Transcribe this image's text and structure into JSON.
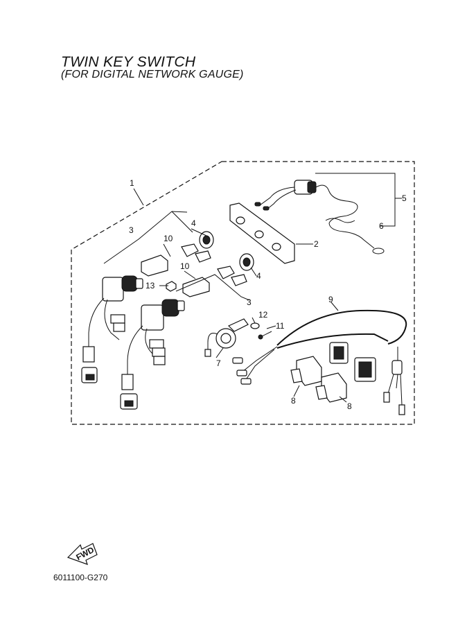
{
  "header": {
    "title": "TWIN KEY SWITCH",
    "subtitle": "(FOR DIGITAL NETWORK GAUGE)"
  },
  "callouts": {
    "c1": "1",
    "c2": "2",
    "c3a": "3",
    "c3b": "3",
    "c4a": "4",
    "c4b": "4",
    "c5": "5",
    "c6": "6",
    "c7": "7",
    "c8a": "8",
    "c8b": "8",
    "c9": "9",
    "c10a": "10",
    "c10b": "10",
    "c11": "11",
    "c12": "12",
    "c13": "13"
  },
  "fwd_arrow": {
    "label": "FWD"
  },
  "footer": {
    "part_number": "6011100-G270"
  }
}
